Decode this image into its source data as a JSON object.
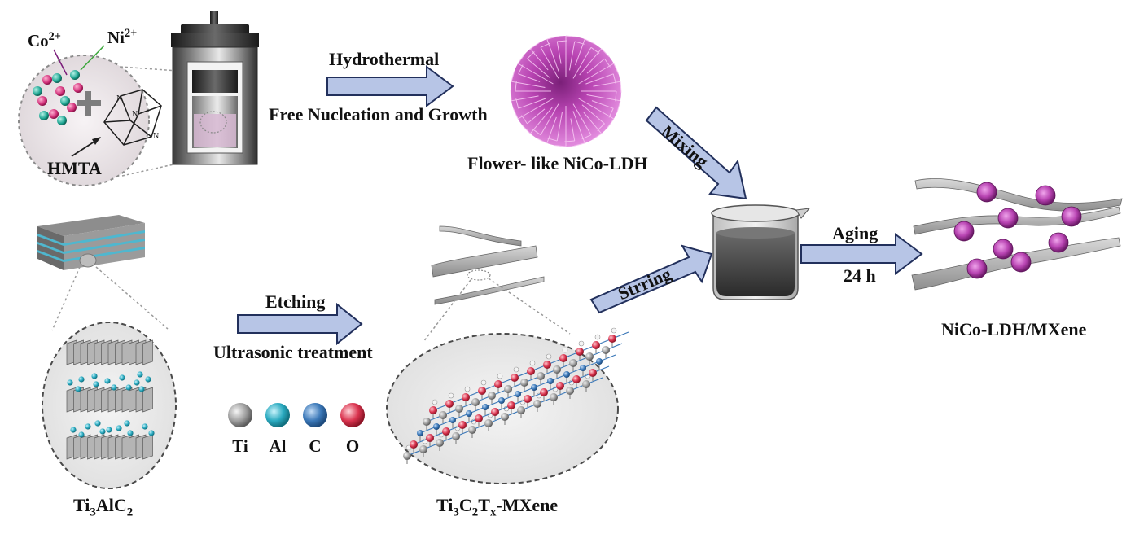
{
  "top": {
    "ions": {
      "co": "Co",
      "co_charge": "2+",
      "ni": "Ni",
      "ni_charge": "2+"
    },
    "hmta_label": "HMTA",
    "step1_top": "Hydrothermal",
    "step1_bottom": "Free Nucleation and Growth",
    "flower_label": "Flower- like NiCo-LDH",
    "mixing_label": "Mixing"
  },
  "bottom": {
    "precursor_label": {
      "a": "Ti",
      "a_sub": "3",
      "b": "AlC",
      "b_sub": "2"
    },
    "step2_top": "Etching",
    "step2_bottom": "Ultrasonic treatment",
    "mxene_label": {
      "a": "Ti",
      "a_sub": "3",
      "b": "C",
      "b_sub": "2",
      "c": "T",
      "c_sub": "x",
      "d": "-MXene"
    },
    "stirring_label": "Strring",
    "aging_top": "Aging",
    "aging_bottom": "24 h",
    "product_label": "NiCo-LDH/MXene"
  },
  "legend": [
    {
      "symbol": "Ti",
      "color": "#9a9a9a"
    },
    {
      "symbol": "Al",
      "color": "#29a9bd"
    },
    {
      "symbol": "C",
      "color": "#3a76b6"
    },
    {
      "symbol": "O",
      "color": "#d8324d"
    }
  ],
  "colors": {
    "arrow_fill": "#b7c5e6",
    "arrow_stroke": "#22305c",
    "co_ion": "#d2317a",
    "ni_ion": "#1ea592",
    "flower": "#b844b2",
    "slab_top": "#8d8d8d",
    "slab_layer": "#4fb7cf"
  }
}
